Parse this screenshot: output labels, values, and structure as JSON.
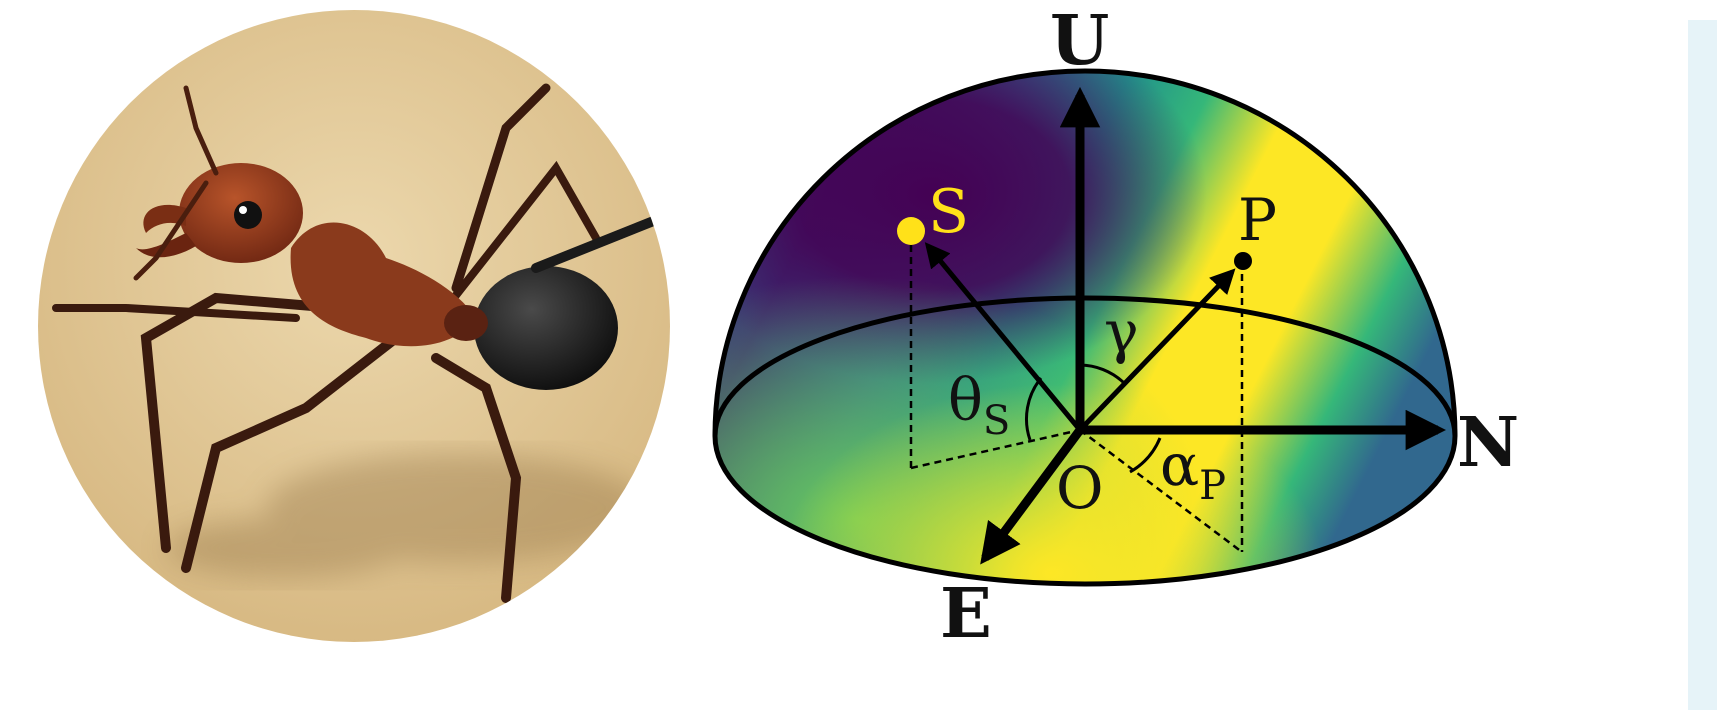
{
  "photo": {
    "subject": "desert ant"
  },
  "diagram": {
    "axes": {
      "up": "U",
      "north": "N",
      "east": "E",
      "origin": "O"
    },
    "points": {
      "sun": "S",
      "point": "P"
    },
    "angles": {
      "theta_base": "θ",
      "theta_sub": "S",
      "gamma": "γ",
      "alpha_base": "α",
      "alpha_sub": "P"
    },
    "colors": {
      "sun": "#ffe119",
      "viridis_dark": "#440154",
      "viridis_blue": "#31688e",
      "viridis_teal": "#21918c",
      "viridis_green": "#35b779",
      "viridis_yellow": "#fde725"
    }
  }
}
